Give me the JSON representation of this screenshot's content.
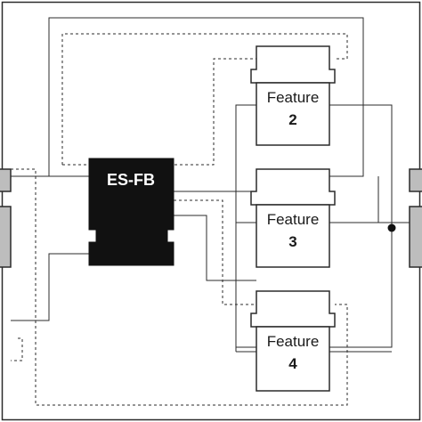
{
  "blocks": {
    "esfb": {
      "label": "ES-FB"
    },
    "features": [
      {
        "label": "Feature",
        "number": "2"
      },
      {
        "label": "Feature",
        "number": "3"
      },
      {
        "label": "Feature",
        "number": "4"
      }
    ]
  },
  "colors": {
    "line": "#2b2b2b",
    "esfb_fill": "#111111",
    "feature_fill": "#ffffff",
    "side_block_fill": "#bdbdbd",
    "background": "#ffffff"
  }
}
